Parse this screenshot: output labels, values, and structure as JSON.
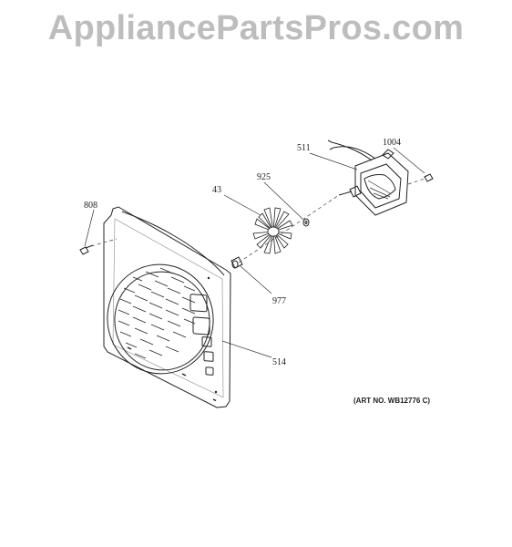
{
  "watermark": "AppliancePartsPros.com",
  "art_number": "(ART NO. WB12776 C)",
  "parts": [
    {
      "label": "808"
    },
    {
      "label": "43"
    },
    {
      "label": "925"
    },
    {
      "label": "511"
    },
    {
      "label": "1004"
    },
    {
      "label": "977"
    },
    {
      "label": "514"
    }
  ]
}
